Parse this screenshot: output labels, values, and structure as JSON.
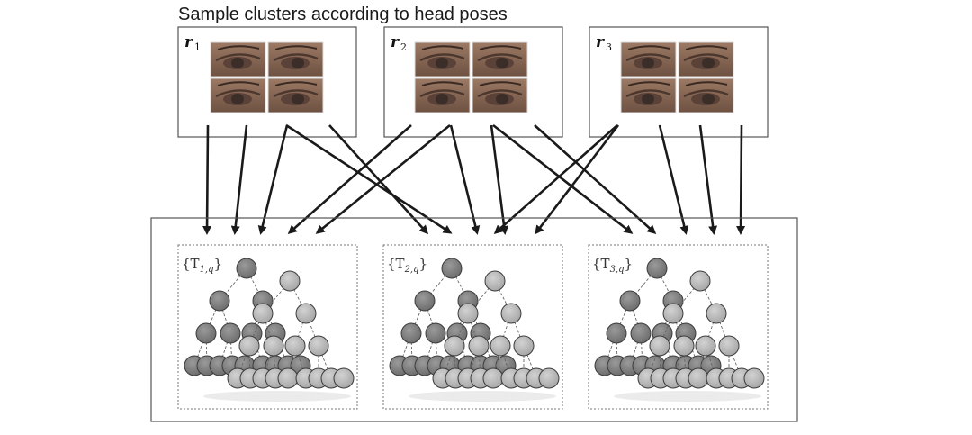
{
  "title": "Sample clusters according to head poses",
  "clusters": [
    {
      "label": "r",
      "subscript": "1"
    },
    {
      "label": "r",
      "subscript": "2"
    },
    {
      "label": "r",
      "subscript": "3"
    }
  ],
  "forests": [
    {
      "label_open": "{T",
      "subscript": "1,q",
      "label_close": "}"
    },
    {
      "label_open": "{T",
      "subscript": "2,q",
      "label_close": "}"
    },
    {
      "label_open": "{T",
      "subscript": "3,q",
      "label_close": "}"
    }
  ],
  "colors": {
    "dark_node": "#7b7b7b",
    "light_node": "#b4b4b4",
    "node_stroke": "#3c3c3c",
    "box_stroke": "#555555",
    "arrow": "#1a1a1a",
    "eye_skin": "#8a6a55",
    "eye_dark": "#3b2d28"
  }
}
